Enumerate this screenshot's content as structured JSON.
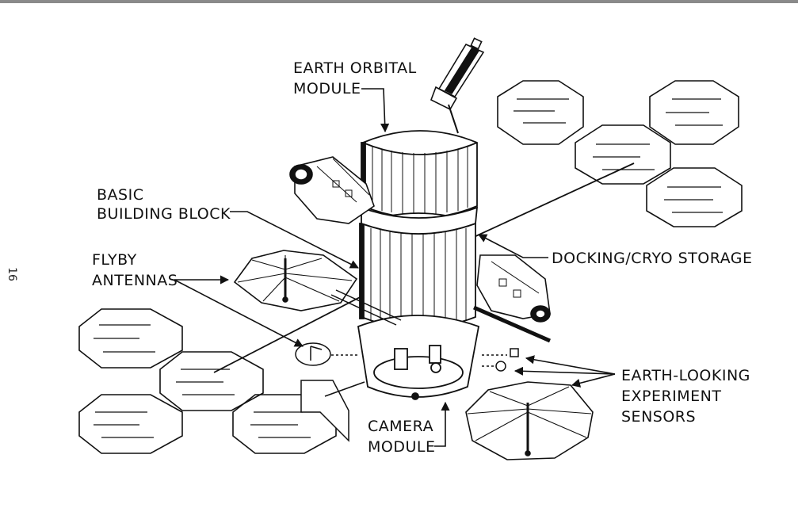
{
  "page_number": "16",
  "labels": {
    "earth_orbital_1": "EARTH ORBITAL",
    "earth_orbital_2": "MODULE",
    "basic_1": "BASIC",
    "basic_2": "BUILDING BLOCK",
    "flyby_1": "FLYBY",
    "flyby_2": "ANTENNAS",
    "docking": "DOCKING/CRYO STORAGE",
    "earth_looking_1": "EARTH-LOOKING",
    "earth_looking_2": "EXPERIMENT",
    "earth_looking_3": "SENSORS",
    "camera_1": "CAMERA",
    "camera_2": "MODULE"
  },
  "colors": {
    "ink": "#111111",
    "paper": "#ffffff",
    "top_bar": "#8a8a8a"
  }
}
